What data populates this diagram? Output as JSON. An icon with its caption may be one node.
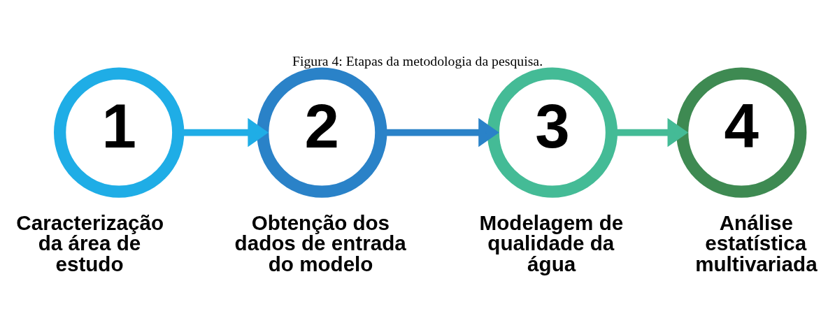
{
  "diagram": {
    "title": "Figura 4: Etapas da metodologia da pesquisa.",
    "nodes": [
      {
        "text": [
          "1"
        ],
        "beside": [
          "Caracterização da área de estudo"
        ]
      },
      {
        "text": [
          "2"
        ],
        "beside": [
          "Obtenção dos dados de entrada do modelo"
        ]
      },
      {
        "text": [
          "3"
        ],
        "beside": [
          "Modelagem de qualidade da água"
        ]
      },
      {
        "text": [
          "4"
        ],
        "beside": [
          "Análise estatística multivariada"
        ]
      }
    ],
    "edges": [
      {
        "from": 0,
        "to": 1,
        "arrow": "to",
        "color": "#1fade6"
      },
      {
        "from": 1,
        "to": 2,
        "arrow": "to",
        "color": "#2a82c8"
      },
      {
        "from": 2,
        "to": 3,
        "arrow": "to",
        "color": "#44bb96"
      }
    ]
  }
}
